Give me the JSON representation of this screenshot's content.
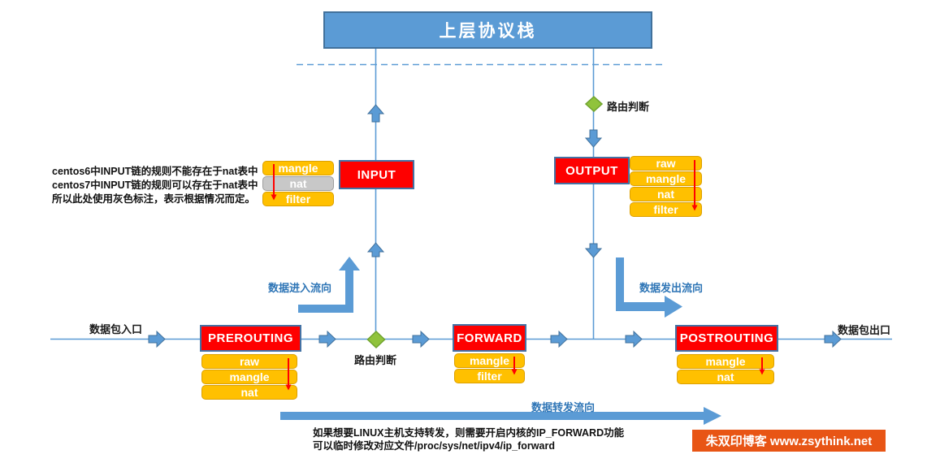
{
  "colors": {
    "blue": "#5B9BD5",
    "blue_border": "#41719C",
    "red": "#FE0000",
    "gold": "#FFC000",
    "gray_table": "#C8C8C8",
    "green_diamond": "#90C33C",
    "blue_text": "#2E75B6",
    "red_arrow": "#FF0000",
    "watermark_bg": "#E85515"
  },
  "top_box": {
    "label": "上层协议栈"
  },
  "chains": {
    "input": {
      "label": "INPUT",
      "tables": [
        "mangle",
        "nat",
        "filter"
      ]
    },
    "output": {
      "label": "OUTPUT",
      "tables": [
        "raw",
        "mangle",
        "nat",
        "filter"
      ]
    },
    "prerouting": {
      "label": "PREROUTING",
      "tables": [
        "raw",
        "mangle",
        "nat"
      ]
    },
    "forward": {
      "label": "FORWARD",
      "tables": [
        "mangle",
        "filter"
      ]
    },
    "postrouting": {
      "label": "POSTROUTING",
      "tables": [
        "mangle",
        "nat"
      ]
    }
  },
  "labels": {
    "route_decision_top": "路由判断",
    "route_decision_bottom": "路由判断",
    "packet_in": "数据包入口",
    "packet_out": "数据包出口",
    "flow_in": "数据进入流向",
    "flow_out": "数据发出流向",
    "flow_forward": "数据转发流向"
  },
  "notes": {
    "centos": [
      "centos6中INPUT链的规则不能存在于nat表中",
      "centos7中INPUT链的规则可以存在于nat表中",
      "所以此处使用灰色标注，表示根据情况而定。"
    ],
    "ip_forward": [
      "如果想要LINUX主机支持转发，则需要开启内核的IP_FORWARD功能",
      "可以临时修改对应文件/proc/sys/net/ipv4/ip_forward"
    ]
  },
  "watermark": {
    "text": "朱双印博客 www.zsythink.net"
  }
}
